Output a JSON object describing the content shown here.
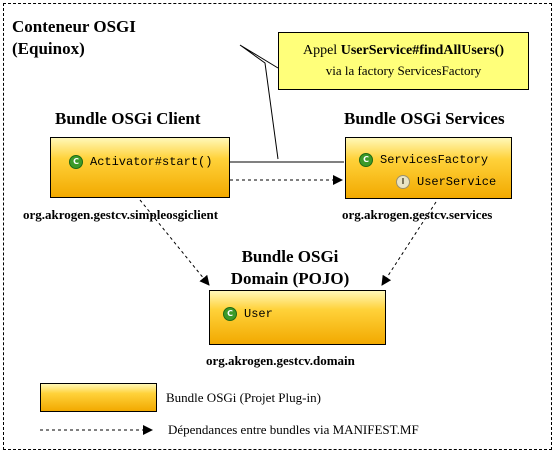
{
  "container": {
    "title": "Conteneur OSGI\n(Equinox)"
  },
  "note": {
    "prefix": "Appel ",
    "method": "UserService#findAllUsers()",
    "line2": "via la factory ServicesFactory"
  },
  "bundles": {
    "client": {
      "title": "Bundle OSGi Client",
      "class_name": "Activator#start()",
      "package": "org.akrogen.gestcv.simpleosgiclient"
    },
    "services": {
      "title": "Bundle OSGi Services",
      "class_name": "ServicesFactory",
      "interface_name": "UserService",
      "package": "org.akrogen.gestcv.services"
    },
    "domain": {
      "title": "Bundle OSGi\nDomain (POJO)",
      "class_name": "User",
      "package": "org.akrogen.gestcv.domain"
    }
  },
  "icons": {
    "class_letter": "C",
    "interface_letter": "I"
  },
  "legend": {
    "bundle_label": "Bundle OSGi (Projet Plug-in)",
    "dependency_label": "Dépendances entre bundles via MANIFEST.MF"
  }
}
